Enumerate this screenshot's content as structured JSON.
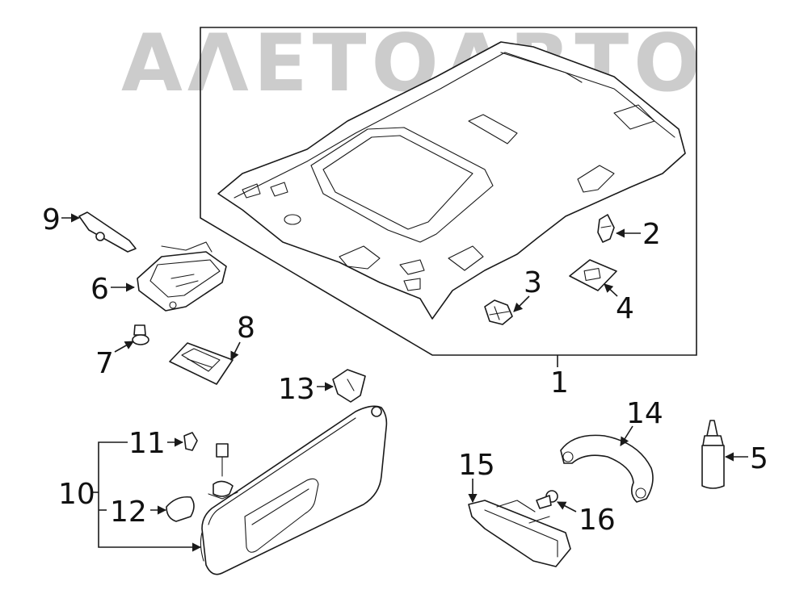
{
  "watermark": {
    "text": "ΑΛΕΤΟΑΒΤΟ",
    "color": "#9a9a9a"
  },
  "callouts": {
    "c1": "1",
    "c2": "2",
    "c3": "3",
    "c4": "4",
    "c5": "5",
    "c6": "6",
    "c7": "7",
    "c8": "8",
    "c9": "9",
    "c10": "10",
    "c11": "11",
    "c12": "12",
    "c13": "13",
    "c14": "14",
    "c15": "15",
    "c16": "16"
  },
  "colors": {
    "line": "#1a1a1a",
    "background": "#ffffff"
  }
}
